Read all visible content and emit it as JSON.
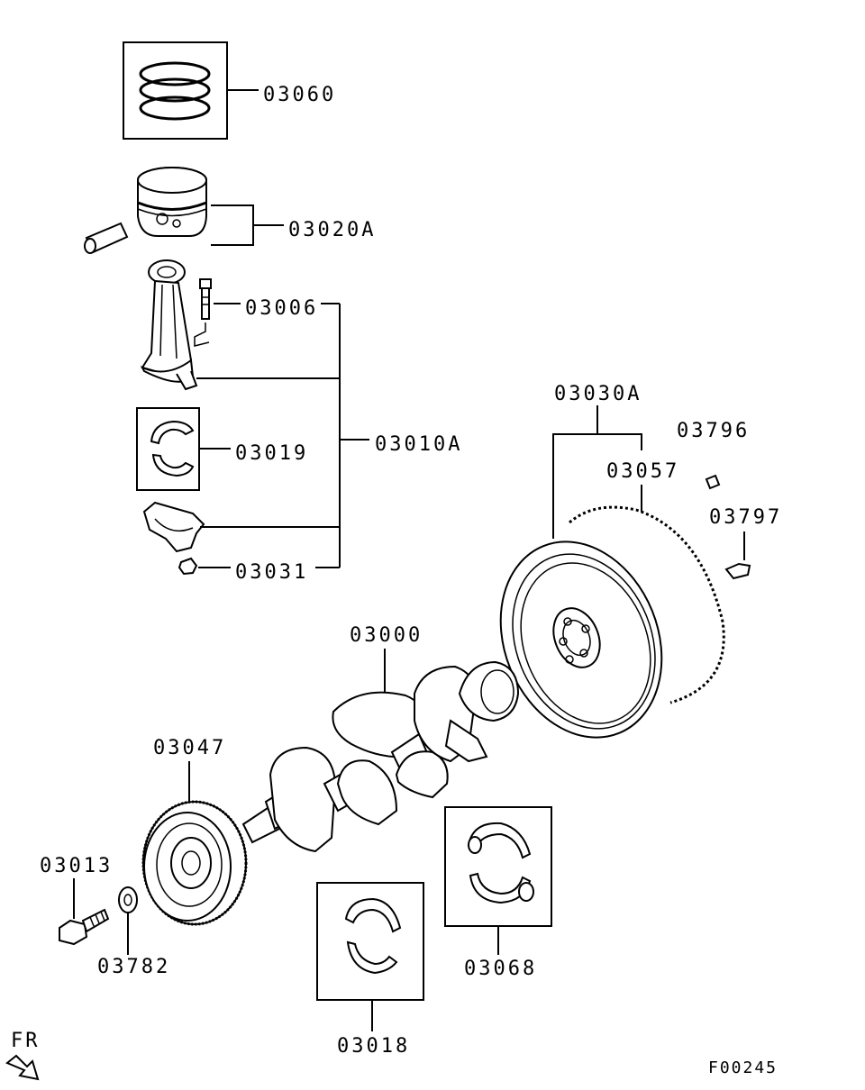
{
  "figure_id": "F00245",
  "direction_marker": "FR",
  "parts": {
    "piston_ring_set": "03060",
    "piston_and_pin": "03020A",
    "conrod_bolt": "03006",
    "conrod_bearing": "03019",
    "conrod_assembly": "03010A",
    "conrod_nut": "03031",
    "flywheel_assembly": "03030A",
    "ring_gear": "03057",
    "dowel_pin": "03796",
    "flywheel_bolt": "03797",
    "crankshaft": "03000",
    "crank_pulley": "03047",
    "pulley_bolt": "03013",
    "pulley_washer": "03782",
    "main_bearing_thrust": "03068",
    "main_bearing": "03018"
  }
}
